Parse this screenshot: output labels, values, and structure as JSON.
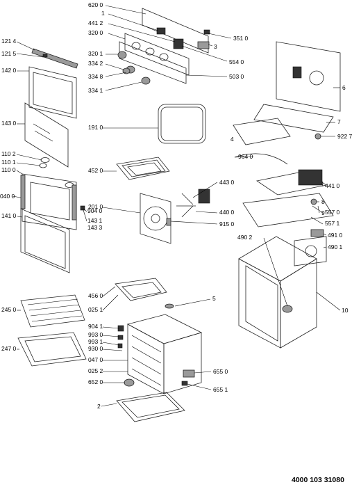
{
  "document_number": "4000 103 31080",
  "callouts": {
    "c6200": "620 0",
    "c1": "1",
    "c4412": "441 2",
    "c3200": "320 0",
    "c3510": "351 0",
    "c3": "3",
    "c3201": "320 1",
    "c5540": "554 0",
    "c3342": "334 2",
    "c3348": "334 8",
    "c5030": "503 0",
    "c3341": "334 1",
    "c1214": "121 4",
    "c1215": "121 5",
    "c1420": "142 0",
    "c6": "6",
    "c7": "7",
    "c4": "4",
    "c9227": "922 7",
    "c1430": "143 0",
    "c1910": "191 0",
    "c1102": "110 2",
    "c1101": "110 1",
    "c1100": "110 0",
    "c9640": "964 0",
    "c4520": "452 0",
    "c4430": "443 0",
    "c4410": "441 0",
    "c0400": "040 0",
    "c9040": "904 0",
    "c8": "8",
    "c1410": "141 0",
    "c5570": "557 0",
    "c2010": "201 0",
    "c5571": "557 1",
    "c9": "9",
    "c4400": "440 0",
    "c1431": "143 1",
    "c1433": "143 3",
    "c9150": "915 0",
    "c4910": "491 0",
    "c4902": "490 2",
    "c4901": "490 1",
    "c5": "5",
    "c4560": "456 0",
    "c0251": "025 1",
    "c10": "10",
    "c2450": "245 0",
    "c9041": "904 1",
    "c9930": "993 0",
    "c9931": "993 1",
    "c9300": "930 0",
    "c2470": "247 0",
    "c0470": "047 0",
    "c0252": "025 2",
    "c6550": "655 0",
    "c6520": "652 0",
    "c6551": "655 1",
    "c2": "2"
  }
}
